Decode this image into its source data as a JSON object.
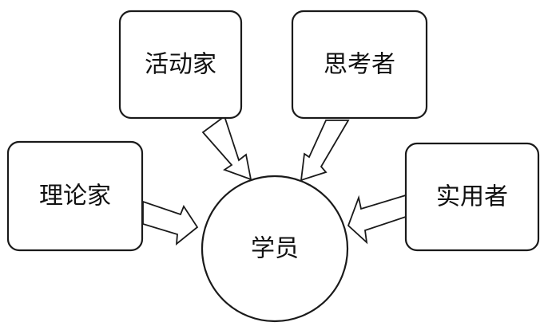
{
  "nodes": {
    "activist": "活动家",
    "reflector": "思考者",
    "theorist": "理论家",
    "pragmatist": "实用者",
    "learner": "学员"
  },
  "colors": {
    "stroke": "#1a1a1a",
    "fill": "#ffffff",
    "text": "#111111"
  }
}
